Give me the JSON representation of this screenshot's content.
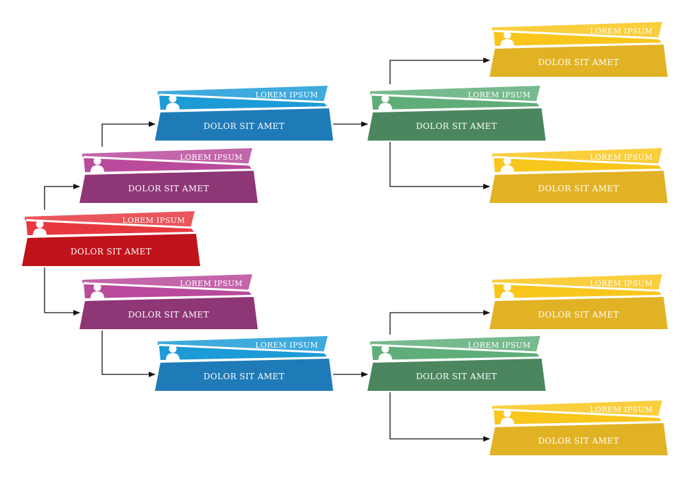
{
  "palette": {
    "red": {
      "top": "#e8383f",
      "bot": "#c0121a"
    },
    "purple": {
      "top": "#b94a9c",
      "bot": "#8e3676"
    },
    "blue": {
      "top": "#1c9bd7",
      "bot": "#1f7bb7"
    },
    "green": {
      "top": "#5fae79",
      "bot": "#4b865e"
    },
    "yellow": {
      "top": "#f9c61b",
      "bot": "#e2b225"
    }
  },
  "connector_color": "#111111",
  "icon_name": "person-icon",
  "nodes": [
    {
      "id": "root",
      "color": "red",
      "top_label": "LOREM IPSUM",
      "bottom_label": "DOLOR SIT AMET"
    },
    {
      "id": "p1",
      "color": "purple",
      "top_label": "LOREM IPSUM",
      "bottom_label": "DOLOR SIT AMET"
    },
    {
      "id": "p2",
      "color": "purple",
      "top_label": "LOREM IPSUM",
      "bottom_label": "DOLOR SIT AMET"
    },
    {
      "id": "b1",
      "color": "blue",
      "top_label": "LOREM IPSUM",
      "bottom_label": "DOLOR SIT AMET"
    },
    {
      "id": "b2",
      "color": "blue",
      "top_label": "LOREM IPSUM",
      "bottom_label": "DOLOR SIT AMET"
    },
    {
      "id": "g1",
      "color": "green",
      "top_label": "LOREM IPSUM",
      "bottom_label": "DOLOR SIT AMET"
    },
    {
      "id": "g2",
      "color": "green",
      "top_label": "LOREM IPSUM",
      "bottom_label": "DOLOR SIT AMET"
    },
    {
      "id": "y1",
      "color": "yellow",
      "top_label": "LOREM IPSUM",
      "bottom_label": "DOLOR SIT AMET"
    },
    {
      "id": "y2",
      "color": "yellow",
      "top_label": "LOREM IPSUM",
      "bottom_label": "DOLOR SIT AMET"
    },
    {
      "id": "y3",
      "color": "yellow",
      "top_label": "LOREM IPSUM",
      "bottom_label": "DOLOR SIT AMET"
    },
    {
      "id": "y4",
      "color": "yellow",
      "top_label": "LOREM IPSUM",
      "bottom_label": "DOLOR SIT AMET"
    }
  ],
  "edges": [
    {
      "from": "root",
      "to": "p1"
    },
    {
      "from": "root",
      "to": "p2"
    },
    {
      "from": "p1",
      "to": "b1"
    },
    {
      "from": "p2",
      "to": "b2"
    },
    {
      "from": "b1",
      "to": "g1"
    },
    {
      "from": "b2",
      "to": "g2"
    },
    {
      "from": "g1",
      "to": "y1"
    },
    {
      "from": "g1",
      "to": "y2"
    },
    {
      "from": "g2",
      "to": "y3"
    },
    {
      "from": "g2",
      "to": "y4"
    }
  ]
}
